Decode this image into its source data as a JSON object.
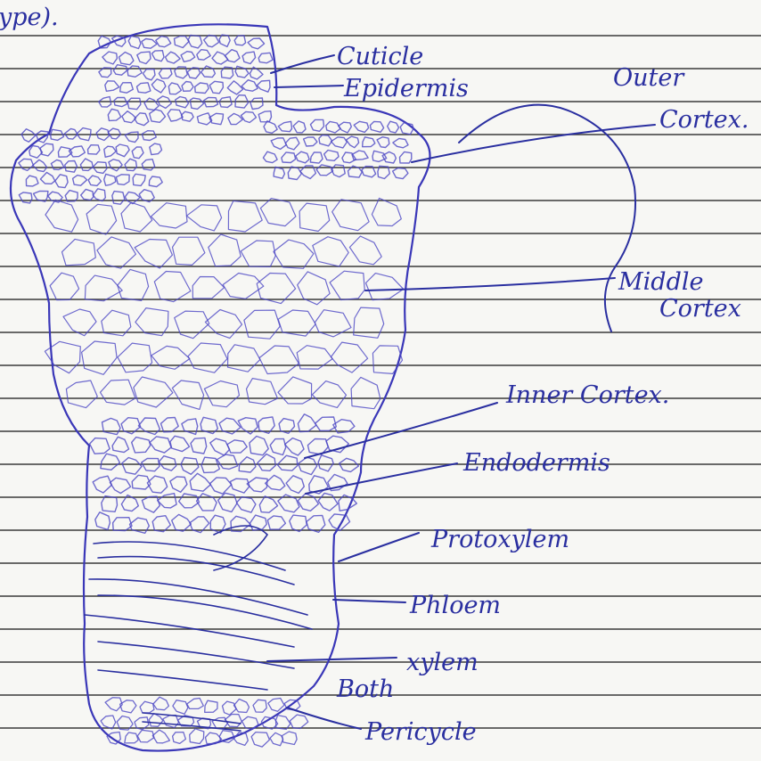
{
  "page": {
    "paper_color": "#f7f7f4",
    "rule_color": "#3a3a3a",
    "ink_color": "#2a2fa0",
    "cell_color": "#4b46c4",
    "heading_fragment": "ype)."
  },
  "labels": {
    "cuticle": "Cuticle",
    "epidermis": "Epidermis",
    "outer_cortex_line1": "Outer",
    "outer_cortex_line2": "Cortex.",
    "middle_cortex_line1": "Middle",
    "middle_cortex_line2": "Cortex",
    "inner_cortex": "Inner Cortex.",
    "endodermis": "Endodermis",
    "protoxylem": "Protoxylem",
    "phloem": "Phloem",
    "xylem": "xylem",
    "both": "Both",
    "pericycle": "Pericycle"
  }
}
